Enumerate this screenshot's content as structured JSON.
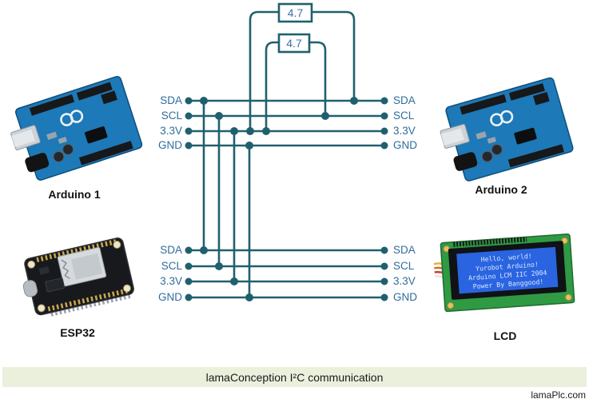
{
  "diagram": {
    "banner_text": "lamaConception I²C communication",
    "watermark": "lamaPlc.com"
  },
  "resistors": {
    "r1_value": "4.7",
    "r2_value": "4.7"
  },
  "pins": {
    "arduino1": [
      "SDA",
      "SCL",
      "3.3V",
      "GND"
    ],
    "arduino2": [
      "SDA",
      "SCL",
      "3.3V",
      "GND"
    ],
    "esp32": [
      "SDA",
      "SCL",
      "3.3V",
      "GND"
    ],
    "lcd": [
      "SDA",
      "SCL",
      "3.3V",
      "GND"
    ]
  },
  "devices": {
    "arduino1": {
      "label": "Arduino 1"
    },
    "arduino2": {
      "label": "Arduino 2"
    },
    "esp32": {
      "label": "ESP32"
    },
    "lcd": {
      "label": "LCD",
      "screen_lines": [
        "Hello, world!",
        "Yurobot Arduino!",
        "Arduino LCM IIC 2004",
        "Power By Banggood!"
      ]
    }
  },
  "colors": {
    "wire": "#20606e",
    "pin_label": "#2f6d9b",
    "resistor_value": "#3f6fa8",
    "banner_bg": "#eaf0dc",
    "lcd_screen": "#2a64e0",
    "arduino_board": "#1d79b7"
  }
}
